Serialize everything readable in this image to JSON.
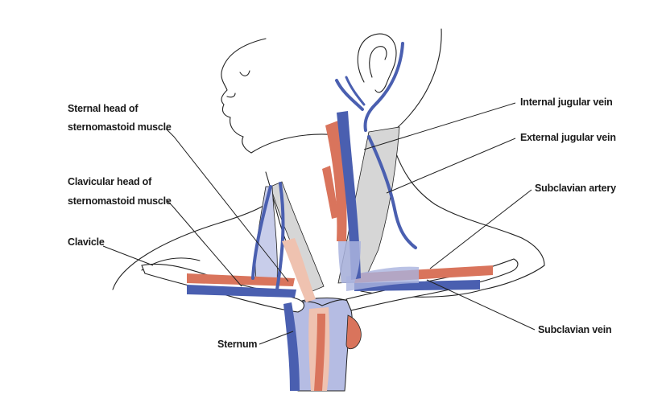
{
  "labels": {
    "sternal_head": [
      "Sternal head of",
      "sternomastoid muscle"
    ],
    "clavicular_head": [
      "Clavicular head of",
      "sternomastoid muscle"
    ],
    "clavicle": "Clavicle",
    "sternum": "Sternum",
    "internal_jugular": "Internal jugular vein",
    "external_jugular": "External jugular vein",
    "subclavian_artery": "Subclavian artery",
    "subclavian_vein": "Subclavian vein"
  },
  "colors": {
    "artery": "#d9745c",
    "vein": "#4a5fb0",
    "vein_light": "#a9b3de",
    "muscle": "#d6d6d6",
    "skin_tone": "#efc2b0",
    "outline": "#222222"
  }
}
